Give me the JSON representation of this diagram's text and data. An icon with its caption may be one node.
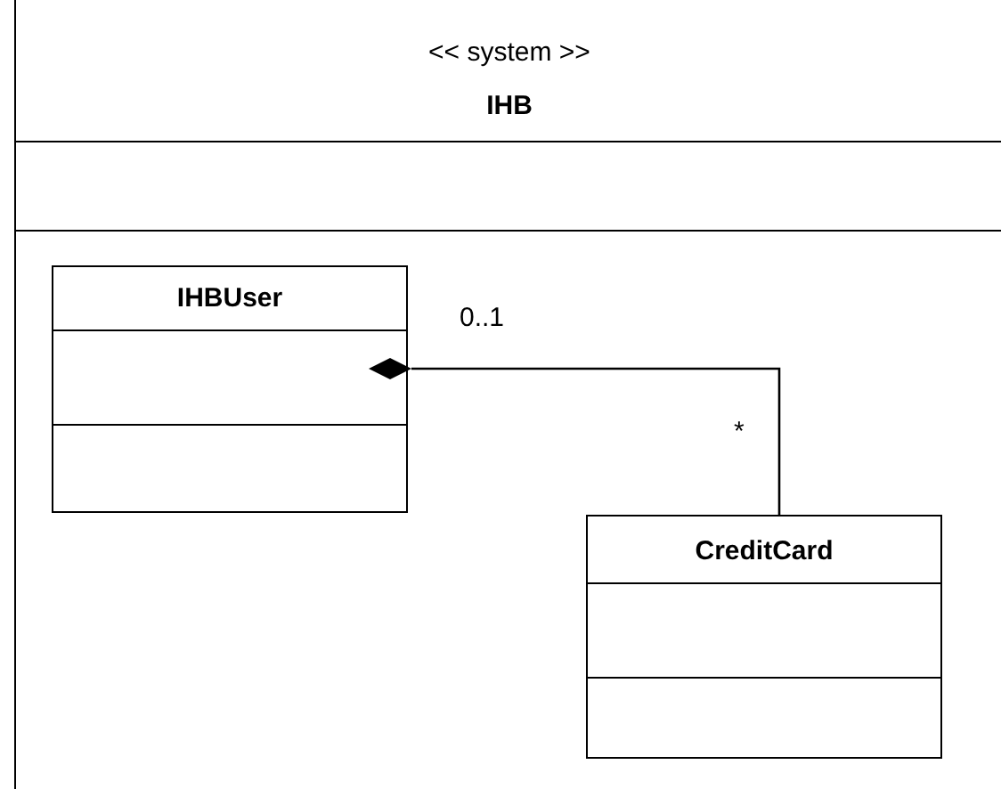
{
  "diagram": {
    "nodes": [
      {
        "text": [
          "<< system >>",
          "IHB"
        ]
      },
      {
        "text": [
          "IHBUser"
        ],
        "in": 0
      },
      {
        "text": [
          "CreditCard"
        ],
        "in": 0
      }
    ],
    "edges": [
      {
        "from": 1,
        "to": 2,
        "arrow": "other"
      }
    ],
    "labels": [
      "0..1",
      "*"
    ]
  }
}
